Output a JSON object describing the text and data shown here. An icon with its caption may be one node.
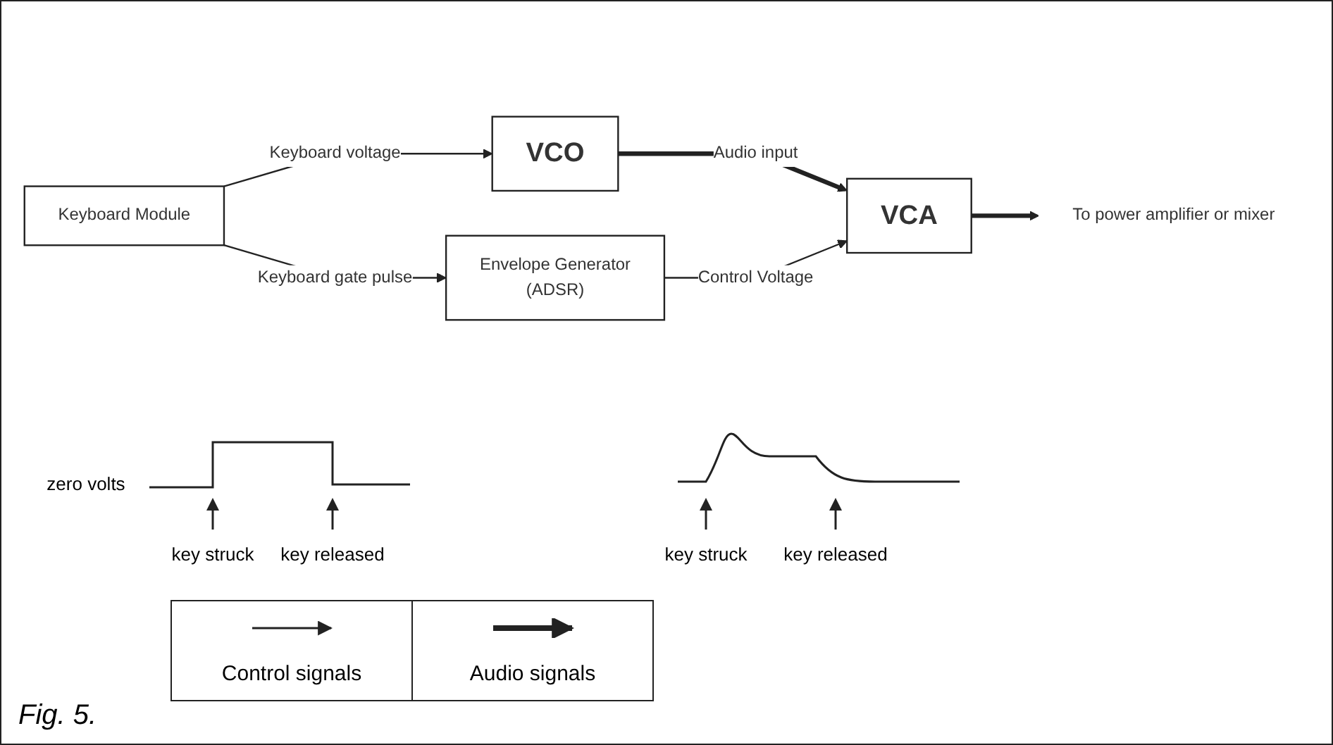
{
  "diagram": {
    "caption": "Fig. 5.",
    "nodes": [
      {
        "text": [
          "Keyboard Module"
        ]
      },
      {
        "text": [
          "VCO"
        ]
      },
      {
        "text": [
          "VCA"
        ]
      },
      {
        "text": [
          "Envelope Generator",
          "(ADSR)"
        ]
      },
      {
        "text": [
          "To power amplifier or mixer"
        ]
      }
    ],
    "edges": [
      {
        "from": 0,
        "to": 1,
        "arrow": "to",
        "label": "Keyboard voltage"
      },
      {
        "from": 1,
        "to": 2,
        "arrow": "to",
        "label": "Audio input",
        "style": "thick"
      },
      {
        "from": 2,
        "to": 4,
        "arrow": "to",
        "style": "thick"
      },
      {
        "from": 0,
        "to": 3,
        "arrow": "to",
        "label": "Keyboard gate pulse"
      },
      {
        "from": 3,
        "to": 2,
        "arrow": "to",
        "label": "Control Voltage"
      }
    ],
    "labels": [
      "zero volts",
      "key struck",
      "key released",
      "key struck",
      "key released"
    ],
    "legend": [
      {
        "text": "Control signals"
      },
      {
        "text": "Audio signals"
      }
    ]
  }
}
